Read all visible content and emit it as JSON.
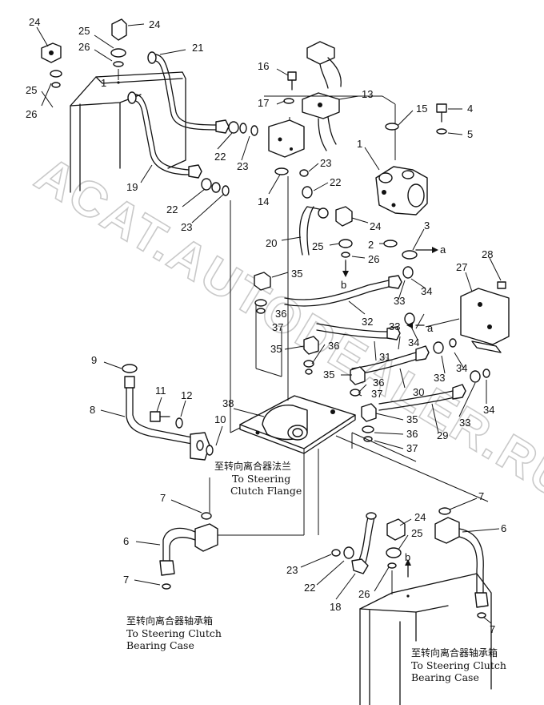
{
  "watermark": "ACAT.AUTODEALER.RU",
  "callouts": [
    {
      "id": "c-24a",
      "text": "24"
    },
    {
      "id": "c-24b",
      "text": "24"
    },
    {
      "id": "c-21",
      "text": "21"
    },
    {
      "id": "c-25a",
      "text": "25"
    },
    {
      "id": "c-26a",
      "text": "26"
    },
    {
      "id": "c-25b",
      "text": "25"
    },
    {
      "id": "c-26b",
      "text": "26"
    },
    {
      "id": "c-1a",
      "text": "1"
    },
    {
      "id": "c-16",
      "text": "16"
    },
    {
      "id": "c-13",
      "text": "13"
    },
    {
      "id": "c-17",
      "text": "17"
    },
    {
      "id": "c-15",
      "text": "15"
    },
    {
      "id": "c-4",
      "text": "4"
    },
    {
      "id": "c-5",
      "text": "5"
    },
    {
      "id": "c-22a",
      "text": "22"
    },
    {
      "id": "c-23a",
      "text": "23"
    },
    {
      "id": "c-1b",
      "text": "1"
    },
    {
      "id": "c-23b",
      "text": "23"
    },
    {
      "id": "c-22b",
      "text": "22"
    },
    {
      "id": "c-19",
      "text": "19"
    },
    {
      "id": "c-14",
      "text": "14"
    },
    {
      "id": "c-22c",
      "text": "22"
    },
    {
      "id": "c-23c",
      "text": "23"
    },
    {
      "id": "c-24c",
      "text": "24"
    },
    {
      "id": "c-3",
      "text": "3"
    },
    {
      "id": "c-20",
      "text": "20"
    },
    {
      "id": "c-25c",
      "text": "25"
    },
    {
      "id": "c-2",
      "text": "2"
    },
    {
      "id": "c-26c",
      "text": "26"
    },
    {
      "id": "c-a1",
      "text": "a"
    },
    {
      "id": "c-b1",
      "text": "b"
    },
    {
      "id": "c-35a",
      "text": "35"
    },
    {
      "id": "c-27",
      "text": "27"
    },
    {
      "id": "c-28",
      "text": "28"
    },
    {
      "id": "c-34a",
      "text": "34"
    },
    {
      "id": "c-33a",
      "text": "33"
    },
    {
      "id": "c-36a",
      "text": "36"
    },
    {
      "id": "c-37a",
      "text": "37"
    },
    {
      "id": "c-32",
      "text": "32"
    },
    {
      "id": "c-a2",
      "text": "a"
    },
    {
      "id": "c-33b",
      "text": "33"
    },
    {
      "id": "c-34b",
      "text": "34"
    },
    {
      "id": "c-35b",
      "text": "35"
    },
    {
      "id": "c-36b",
      "text": "36"
    },
    {
      "id": "c-31",
      "text": "31"
    },
    {
      "id": "c-33c",
      "text": "33"
    },
    {
      "id": "c-34c",
      "text": "34"
    },
    {
      "id": "c-9",
      "text": "9"
    },
    {
      "id": "c-35c",
      "text": "35"
    },
    {
      "id": "c-36c",
      "text": "36"
    },
    {
      "id": "c-30",
      "text": "30"
    },
    {
      "id": "c-37b",
      "text": "37"
    },
    {
      "id": "c-33d",
      "text": "33"
    },
    {
      "id": "c-34d",
      "text": "34"
    },
    {
      "id": "c-11",
      "text": "11"
    },
    {
      "id": "c-12",
      "text": "12"
    },
    {
      "id": "c-8",
      "text": "8"
    },
    {
      "id": "c-38",
      "text": "38"
    },
    {
      "id": "c-35d",
      "text": "35"
    },
    {
      "id": "c-29",
      "text": "29"
    },
    {
      "id": "c-10",
      "text": "10"
    },
    {
      "id": "c-36d",
      "text": "36"
    },
    {
      "id": "c-37c",
      "text": "37"
    },
    {
      "id": "c-7a",
      "text": "7"
    },
    {
      "id": "c-7b",
      "text": "7"
    },
    {
      "id": "c-24d",
      "text": "24"
    },
    {
      "id": "c-6a",
      "text": "6"
    },
    {
      "id": "c-6b",
      "text": "6"
    },
    {
      "id": "c-25d",
      "text": "25"
    },
    {
      "id": "c-b2",
      "text": "b"
    },
    {
      "id": "c-23d",
      "text": "23"
    },
    {
      "id": "c-22d",
      "text": "22"
    },
    {
      "id": "c-7c",
      "text": "7"
    },
    {
      "id": "c-26d",
      "text": "26"
    },
    {
      "id": "c-18",
      "text": "18"
    },
    {
      "id": "c-7d",
      "text": "7"
    }
  ],
  "notes": {
    "flange": {
      "zh": "至转向离合器法兰",
      "en1": "To Steering",
      "en2": "Clutch Flange"
    },
    "case_left": {
      "zh": "至转向离合器轴承箱",
      "en1": "To Steering Clutch",
      "en2": "Bearing Case"
    },
    "case_right": {
      "zh": "至转向离合器轴承箱",
      "en1": "To Steering Clutch",
      "en2": "Bearing Case"
    }
  }
}
